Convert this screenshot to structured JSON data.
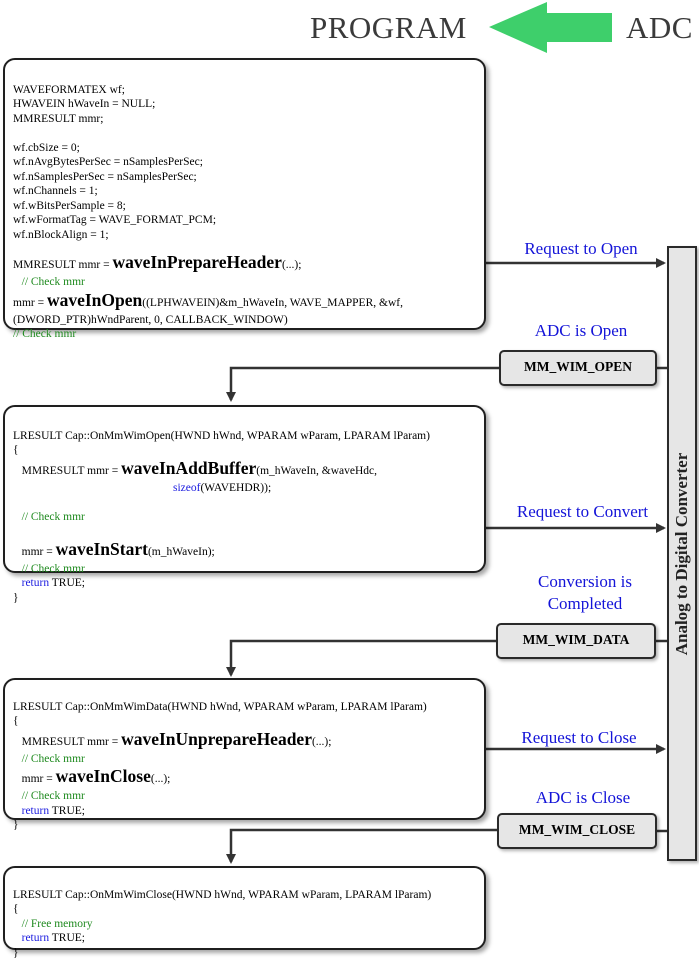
{
  "header": {
    "program": "PROGRAM",
    "adc": "ADC"
  },
  "adc_bar": "Analog to Digital Converter",
  "labels": {
    "request_open": "Request to Open",
    "adc_open": "ADC is Open",
    "request_convert": "Request to Convert",
    "conversion_line1": "Conversion is",
    "conversion_line2": "Completed",
    "request_close": "Request to Close",
    "adc_close": "ADC is Close"
  },
  "messages": {
    "open": "MM_WIM_OPEN",
    "data": "MM_WIM_DATA",
    "close": "MM_WIM_CLOSE"
  },
  "box1": {
    "l1": "WAVEFORMATEX wf;",
    "l2": "HWAVEIN hWaveIn = NULL;",
    "l3": "MMRESULT mmr;",
    "l4": "wf.cbSize = 0;",
    "l5": "wf.nAvgBytesPerSec = nSamplesPerSec;",
    "l6": "wf.nSamplesPerSec = nSamplesPerSec;",
    "l7": "wf.nChannels = 1;",
    "l8": "wf.wBitsPerSample = 8;",
    "l9": "wf.wFormatTag = WAVE_FORMAT_PCM;",
    "l10": "wf.nBlockAlign = 1;",
    "prep_pre": "MMRESULT mmr = ",
    "prep_fn": "waveInPrepareHeader",
    "prep_post": "(...);",
    "prep_cm": "   // Check mmr",
    "open_pre": "mmr = ",
    "open_fn": "waveInOpen",
    "open_post": "((LPHWAVEIN)&m_hWaveIn, WAVE_MAPPER, &wf,",
    "open_l2": "(DWORD_PTR)hWndParent, 0, CALLBACK_WINDOW)",
    "open_cm": "// Check mmr"
  },
  "box2": {
    "sig": "LRESULT Cap::OnMmWimOpen(HWND hWnd, WPARAM wParam, LPARAM lParam)",
    "brace_open": "{",
    "add_pre": "   MMRESULT mmr = ",
    "add_fn": "waveInAddBuffer",
    "add_post": "(m_hWaveIn, &waveHdc,",
    "add_kw": "sizeof",
    "add_post2": "(WAVEHDR));",
    "cm1": "   // Check mmr",
    "start_pre": "   mmr = ",
    "start_fn": "waveInStart",
    "start_post": "(m_hWaveIn);",
    "cm2": "   // Check mmr",
    "ret_kw": "return",
    "ret_val": " TRUE;",
    "brace_close": "}"
  },
  "box3": {
    "sig": "LRESULT Cap::OnMmWimData(HWND hWnd, WPARAM wParam, LPARAM lParam)",
    "brace_open": "{",
    "unprep_pre": "   MMRESULT mmr = ",
    "unprep_fn": "waveInUnprepareHeader",
    "unprep_post": "(...);",
    "cm1": "   // Check mmr",
    "close_pre": "   mmr = ",
    "close_fn": "waveInClose",
    "close_post": "(...);",
    "cm2": "   // Check mmr",
    "ret_kw": "return",
    "ret_val": " TRUE;",
    "brace_close": "}"
  },
  "box4": {
    "sig": "LRESULT Cap::OnMmWimClose(HWND hWnd, WPARAM wParam, LPARAM lParam)",
    "brace_open": "{",
    "cm1": "   // Free memory",
    "ret_kw": "return",
    "ret_val": " TRUE;",
    "brace_close": "}"
  }
}
